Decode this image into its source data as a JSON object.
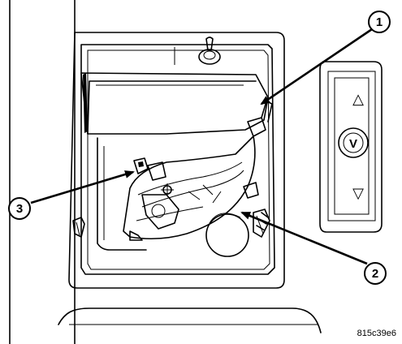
{
  "callouts": [
    {
      "label": "1"
    },
    {
      "label": "2"
    },
    {
      "label": "3"
    }
  ],
  "switch_buttons": [
    {
      "glyph": "△"
    },
    {
      "glyph": "V"
    },
    {
      "glyph": "▽"
    }
  ],
  "figure_id": "815c39e6"
}
